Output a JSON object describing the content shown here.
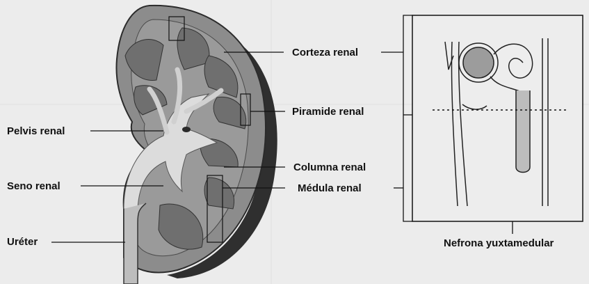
{
  "labels": {
    "corteza_renal": "Corteza renal",
    "piramide_renal": "Piramide renal",
    "pelvis_renal": "Pelvis renal",
    "columna_renal": "Columna renal",
    "seno_renal": "Seno renal",
    "medula_renal": "Médula renal",
    "ureter": "Uréter",
    "nefrona_yuxtamedular": "Nefrona yuxtamedular"
  },
  "colors": {
    "background": "#ececec",
    "kidney_tissue": "#8a8a8a",
    "kidney_outline": "#2b2b2b",
    "pelvis": "#d9d9d9",
    "leader_line": "#111111"
  }
}
